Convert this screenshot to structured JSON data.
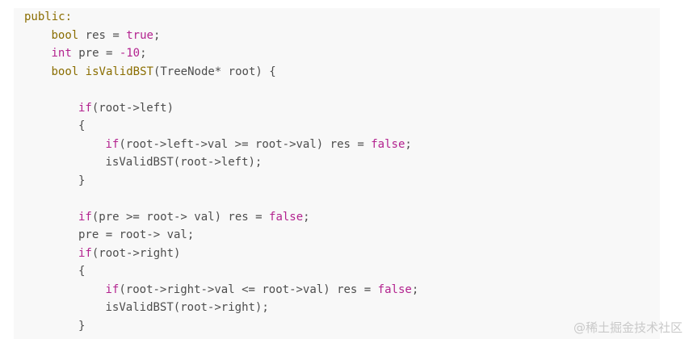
{
  "code": {
    "lines": [
      {
        "indent": 0,
        "tokens": [
          {
            "t": "public:",
            "k": "type"
          }
        ]
      },
      {
        "indent": 1,
        "tokens": [
          {
            "t": "bool",
            "k": "type"
          },
          {
            "t": " res = ",
            "k": "plain"
          },
          {
            "t": "true",
            "k": "kw"
          },
          {
            "t": ";",
            "k": "plain"
          }
        ]
      },
      {
        "indent": 1,
        "tokens": [
          {
            "t": "int",
            "k": "kw"
          },
          {
            "t": " pre = ",
            "k": "plain"
          },
          {
            "t": "-10",
            "k": "num"
          },
          {
            "t": ";",
            "k": "plain"
          }
        ]
      },
      {
        "indent": 1,
        "tokens": [
          {
            "t": "bool",
            "k": "type"
          },
          {
            "t": " ",
            "k": "plain"
          },
          {
            "t": "isValidBST",
            "k": "type"
          },
          {
            "t": "(TreeNode* root) {",
            "k": "plain"
          }
        ]
      },
      {
        "indent": 0,
        "tokens": []
      },
      {
        "indent": 2,
        "tokens": [
          {
            "t": "if",
            "k": "kw"
          },
          {
            "t": "(root->left)",
            "k": "plain"
          }
        ]
      },
      {
        "indent": 2,
        "tokens": [
          {
            "t": "{",
            "k": "plain"
          }
        ]
      },
      {
        "indent": 3,
        "tokens": [
          {
            "t": "if",
            "k": "kw"
          },
          {
            "t": "(root->left->val >= root->val) res = ",
            "k": "plain"
          },
          {
            "t": "false",
            "k": "kw"
          },
          {
            "t": ";",
            "k": "plain"
          }
        ]
      },
      {
        "indent": 3,
        "tokens": [
          {
            "t": "isValidBST(root->left);",
            "k": "plain"
          }
        ]
      },
      {
        "indent": 2,
        "tokens": [
          {
            "t": "}",
            "k": "plain"
          }
        ]
      },
      {
        "indent": 0,
        "tokens": []
      },
      {
        "indent": 2,
        "tokens": [
          {
            "t": "if",
            "k": "kw"
          },
          {
            "t": "(pre >= root-> val) res = ",
            "k": "plain"
          },
          {
            "t": "false",
            "k": "kw"
          },
          {
            "t": ";",
            "k": "plain"
          }
        ]
      },
      {
        "indent": 2,
        "tokens": [
          {
            "t": "pre = root-> val;",
            "k": "plain"
          }
        ]
      },
      {
        "indent": 2,
        "tokens": [
          {
            "t": "if",
            "k": "kw"
          },
          {
            "t": "(root->right)",
            "k": "plain"
          }
        ]
      },
      {
        "indent": 2,
        "tokens": [
          {
            "t": "{",
            "k": "plain"
          }
        ]
      },
      {
        "indent": 3,
        "tokens": [
          {
            "t": "if",
            "k": "kw"
          },
          {
            "t": "(root->right->val <= root->val) res = ",
            "k": "plain"
          },
          {
            "t": "false",
            "k": "kw"
          },
          {
            "t": ";",
            "k": "plain"
          }
        ]
      },
      {
        "indent": 3,
        "tokens": [
          {
            "t": "isValidBST(root->right);",
            "k": "plain"
          }
        ]
      },
      {
        "indent": 2,
        "tokens": [
          {
            "t": "}",
            "k": "plain"
          }
        ]
      }
    ]
  },
  "watermark": "@稀土掘金技术社区",
  "colors": {
    "keyword": "#b3238f",
    "type": "#8a6d00",
    "plain": "#4d4d4d",
    "background": "#f8f8f8"
  }
}
